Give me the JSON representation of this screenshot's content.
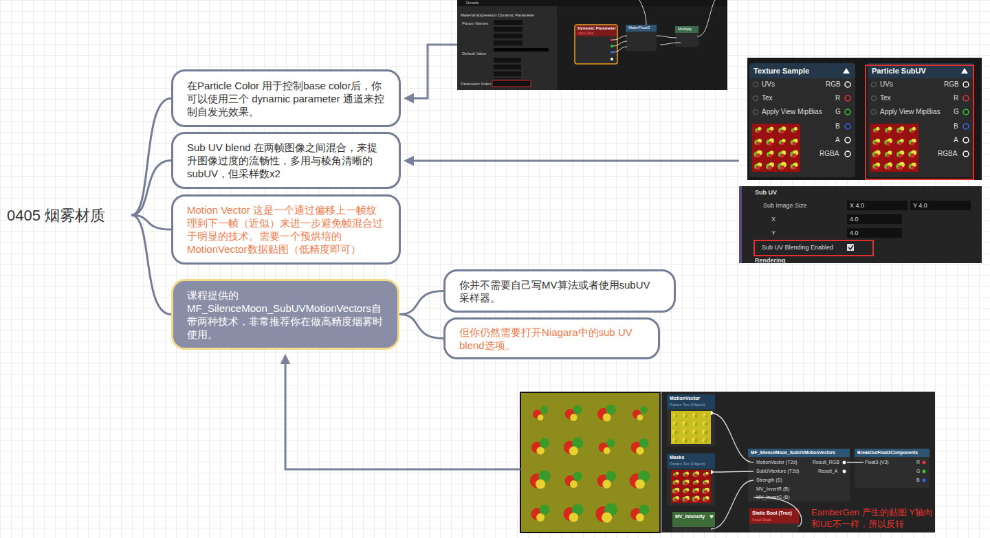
{
  "diagram": {
    "nodes": [
      {
        "text": [
          "0405 烟雾材质"
        ]
      },
      {
        "text": [
          "在Particle Color 用于控制base color后，你可以使用三个 dynamic parameter 通道来控制自发光效果。"
        ]
      },
      {
        "text": [
          "Sub UV blend 在两帧图像之间混合，来提升图像过度的流畅性，多用与棱角清晰的subUV，但采样数x2"
        ]
      },
      {
        "text": [
          "Motion Vector 这是一个通过偏移上一帧纹理到下一帧（近似）来进一步避免帧混合过于明显的技术。需要一个预烘培的MotionVector数据贴图（低精度即可）"
        ]
      },
      {
        "text": [
          "课程提供的MF_SilenceMoon_SubUVMotionVectors自带两种技术，非常推荐你在做高精度烟雾时使用。"
        ]
      },
      {
        "text": [
          "你并不需要自己写MV算法或者使用subUV采样器。"
        ]
      },
      {
        "text": [
          "但你仍然需要打开Niagara中的sub UV blend选项。"
        ]
      }
    ],
    "edges": [
      {
        "from": 0,
        "to": 1,
        "arrow": "none"
      },
      {
        "from": 0,
        "to": 2,
        "arrow": "none"
      },
      {
        "from": 0,
        "to": 3,
        "arrow": "none"
      },
      {
        "from": 0,
        "to": 4,
        "arrow": "none"
      },
      {
        "from": 4,
        "to": 5,
        "arrow": "none"
      },
      {
        "from": 4,
        "to": 6,
        "arrow": "none"
      }
    ],
    "labels": [
      "Details",
      "Material Expression Dynamic Parameter",
      "Param Names",
      "Default Value",
      "Parameter Index",
      "Dynamic Parameter",
      "Input Data",
      "MakeFloat3",
      "Multiply",
      "Texture Sample",
      "UVs",
      "RGB",
      "Tex",
      "R",
      "Apply View MipBias",
      "G",
      "B",
      "A",
      "RGBA",
      "Particle SubUV",
      "UVs",
      "RGB",
      "Tex",
      "R",
      "Apply View MipBias",
      "G",
      "B",
      "A",
      "RGBA",
      "Sub UV",
      "Sub Image Size",
      "X 4.0",
      "Y 4.0",
      "X",
      "4.0",
      "Y",
      "4.0",
      "Sub UV Blending Enabled",
      "Rendering",
      "MotionVector",
      "Param Tex (Object)",
      "Masks",
      "Param Tex (Object)",
      "MV_Intensity",
      "MF_SilenceMoon_SubUVMotionVectors",
      "MotionVector (T2d)",
      "SubUVtexture (T2d)",
      "Strength (S)",
      "MV_InvertR (B)",
      "MV_InvertG (B)",
      "Result_RGB",
      "Result_A",
      "BreakOutFloat3Components",
      "Float3 (V3)",
      "R",
      "G",
      "B",
      "Static Bool (True)",
      "Input Data",
      "EamberGen 产生的贴图 Y轴向和UE不一样，所以反转"
    ]
  }
}
